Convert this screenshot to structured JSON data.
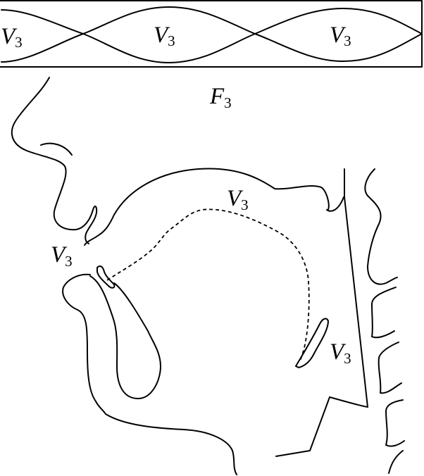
{
  "labels": {
    "standing_wave_node": {
      "symbol": "V",
      "subscript": "3"
    },
    "formant": {
      "symbol": "F",
      "subscript": "3"
    },
    "palate_point": {
      "symbol": "V",
      "subscript": "3"
    },
    "lip_point": {
      "symbol": "V",
      "subscript": "3"
    },
    "pharynx_point": {
      "symbol": "V",
      "subscript": "3"
    }
  }
}
